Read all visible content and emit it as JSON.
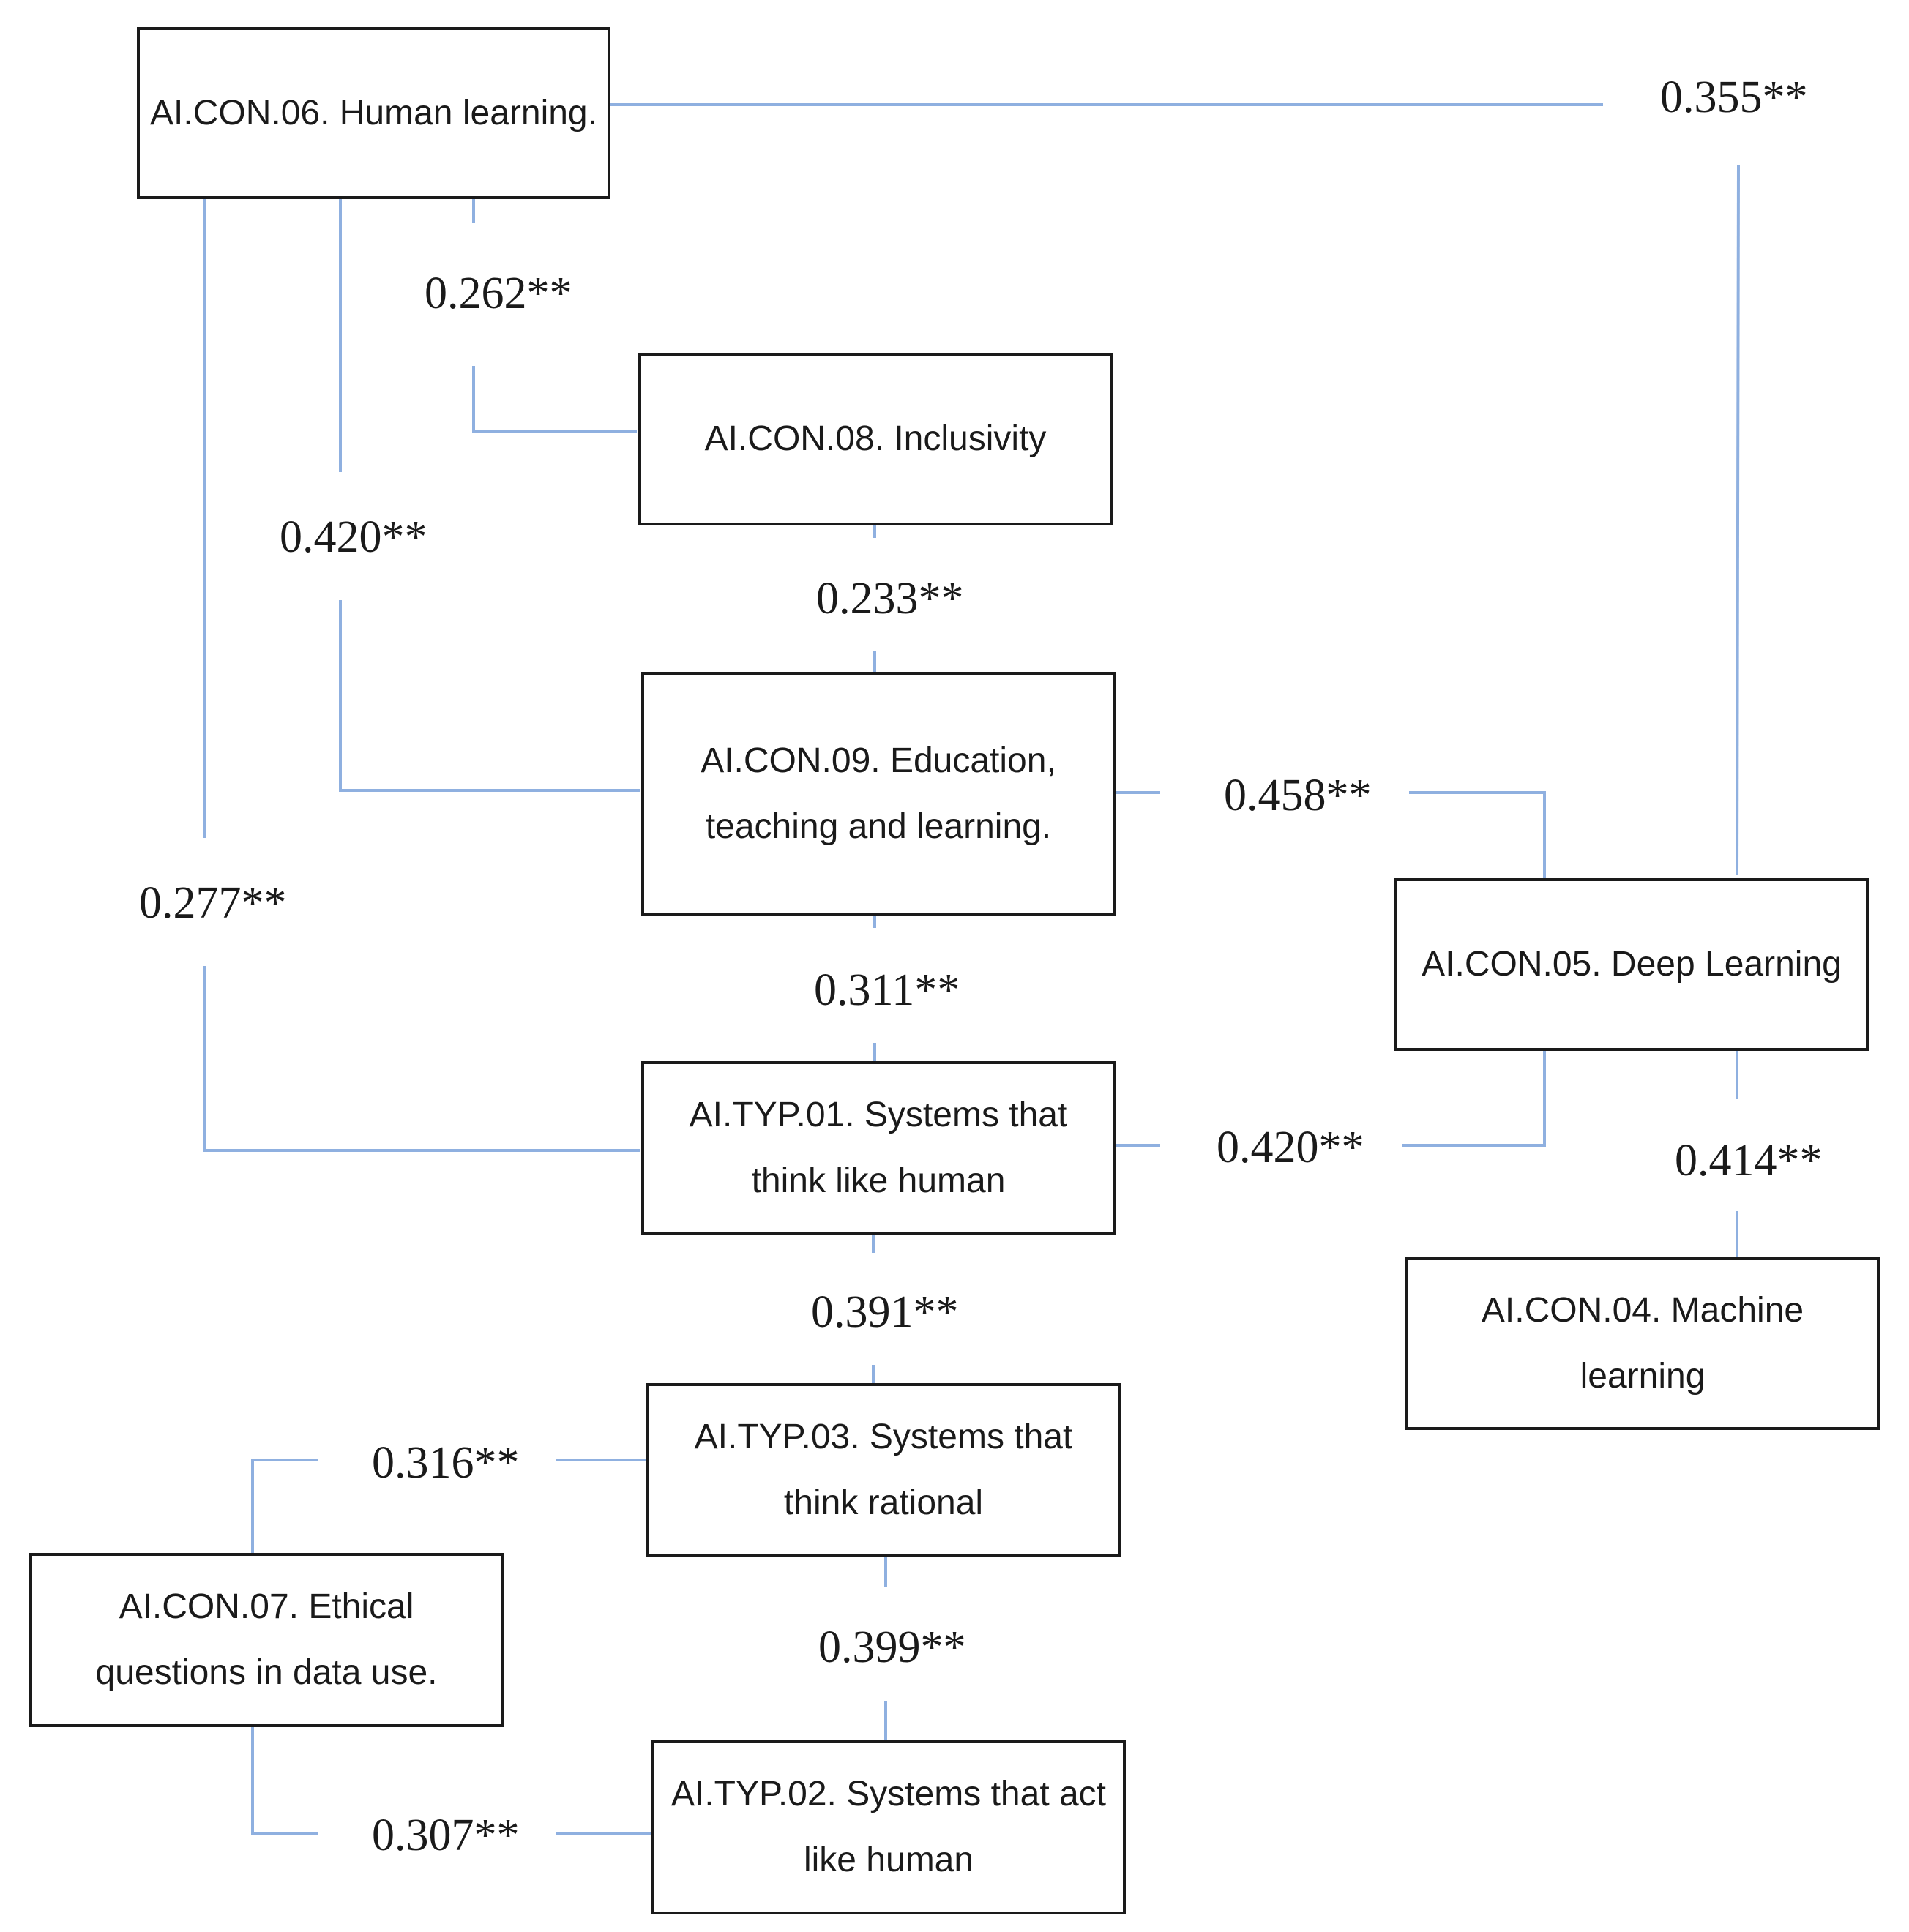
{
  "nodes": {
    "con06": "AI.CON.06. Human learning.",
    "con08": "AI.CON.08. Inclusivity",
    "con09": "AI.CON.09. Education, teaching and learning.",
    "con05": "AI.CON.05. Deep Learning",
    "typ01": "AI.TYP.01. Systems that think like human",
    "con04": "AI.CON.04. Machine learning",
    "typ03": "AI.TYP.03. Systems that think rational",
    "con07": "AI.CON.07. Ethical questions in data use.",
    "typ02": "AI.TYP.02. Systems that act like human"
  },
  "edges": {
    "con06_con05": "0.355**",
    "con06_con08": "0.262**",
    "con06_con09": "0.420**",
    "con06_typ01": "0.277**",
    "con08_con09": "0.233**",
    "con09_con05": "0.458**",
    "con09_typ01": "0.311**",
    "typ01_con05": "0.420**",
    "con05_con04": "0.414**",
    "typ01_typ03": "0.391**",
    "typ03_con07": "0.316**",
    "typ03_typ02": "0.399**",
    "con07_typ02": "0.307**"
  },
  "colors": {
    "connector": "#8FB0E0",
    "border": "#1a1a1a",
    "text": "#1a1a1a"
  }
}
